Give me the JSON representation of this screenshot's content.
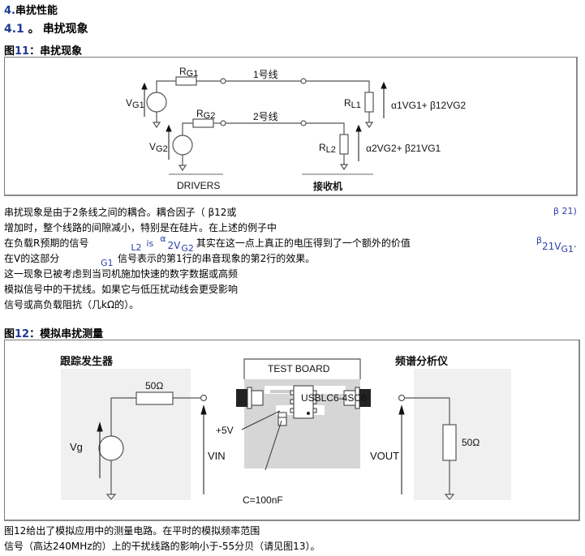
{
  "section": {
    "number": "4.",
    "title": "串扰性能"
  },
  "subsection": {
    "number": "4.1",
    "sep": " 。",
    "title": "串扰现象"
  },
  "figure11": {
    "caption_prefix": "图",
    "caption_num": "11",
    "caption_text": "：串扰现象",
    "labels": {
      "rg1": "R",
      "rg1_sub": "G1",
      "rg2": "R",
      "rg2_sub": "G2",
      "line1": "1号线",
      "line2": "2号线",
      "vg1": "V",
      "vg1_sub": "G1",
      "vg2": "V",
      "vg2_sub": "G2",
      "rl1": "R",
      "rl1_sub": "L1",
      "rl2": "R",
      "rl2_sub": "L2",
      "out1": "α1VG1+ β12VG2",
      "out2": "α2VG2+ β21VG1",
      "drivers": "DRIVERS",
      "receivers": "接收机"
    }
  },
  "paragraph1": {
    "lines": [
      "串扰现象是由于2条线之间的耦合。耦合因子（ β12或",
      "增加时，整个线路的间隙减小，特别是在硅片。在上述的例子中",
      "在负载R预期的信号",
      "在V的这部分",
      "这一现象已被考虑到当司机施加快速的数字数据或高频",
      "模拟信号中的干扰线。如果它与低压扰动线会更受影响",
      "信号或高负载阻抗（几kΩ的）。"
    ],
    "beta21_close": "β 21)",
    "l2": "L2",
    "is": "is",
    "alpha": "α",
    "two_v": "2V",
    "g2": "G2",
    "line3_tail": "其实在这一点上真正的电压得到了一个额外的价值",
    "beta": "β",
    "term_21v": "21V",
    "term_g1": "G1",
    "term_dot": "·",
    "g1": "G1",
    "line4_tail": "信号表示的第1行的串音现象的第2行的效果。"
  },
  "figure12": {
    "caption_prefix": "图",
    "caption_num": "12",
    "caption_text": "：模拟串扰测量",
    "tracking_generator": "跟踪发生器",
    "spectrum_analyzer": "频谱分析仪",
    "test_board": "TEST BOARD",
    "chip": "USBLC6-4SC6",
    "r_in": "50Ω",
    "r_out": "50Ω",
    "vg": "Vg",
    "vin": "VIN",
    "vout": "VOUT",
    "supply": "+5V",
    "cap": "C=100nF"
  },
  "paragraph2": {
    "lines": [
      "图12给出了模拟应用中的测量电路。在平时的模拟频率范围",
      "信号（高达240MHz的）上的干扰线路的影响小于-55分贝（请见图13）。"
    ]
  }
}
